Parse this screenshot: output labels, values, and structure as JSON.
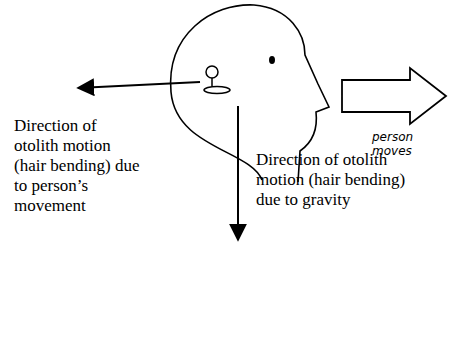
{
  "diagram": {
    "labels": [
      "Direction of otolith motion (hair bending) due to person’s movement",
      "Direction of otolith motion (hair bending) due to gravity",
      "person moves"
    ]
  }
}
